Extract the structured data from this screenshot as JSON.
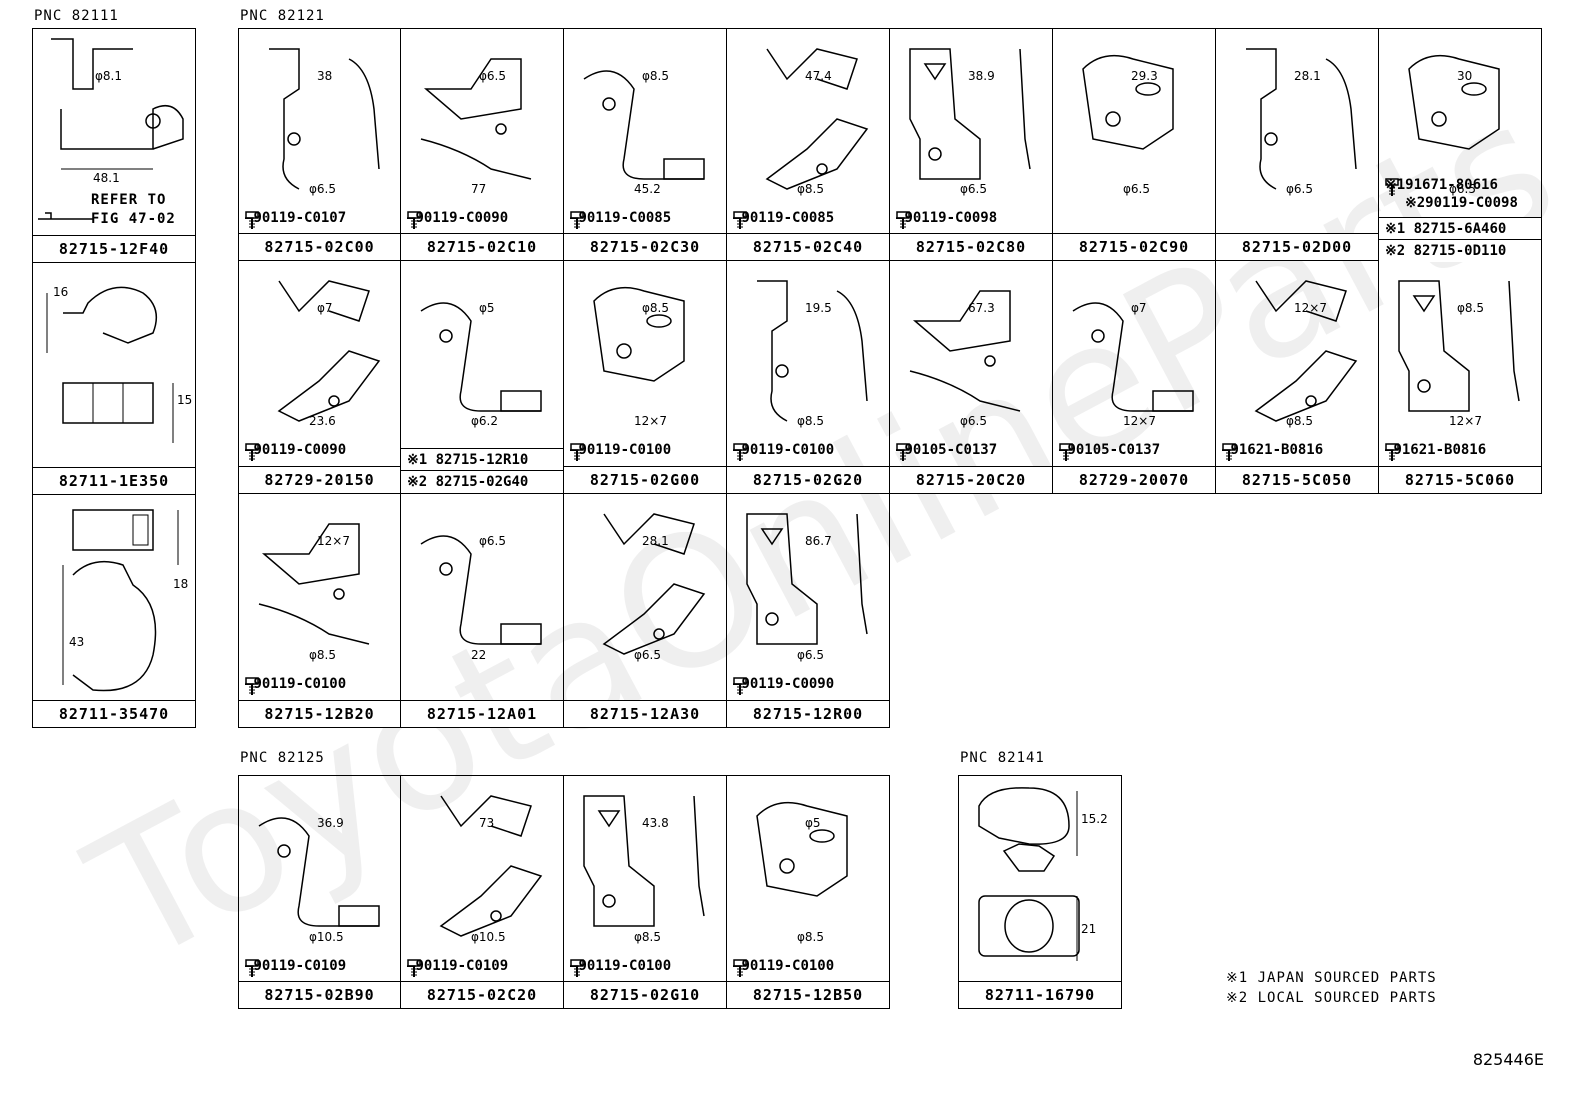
{
  "labels": {
    "pnc1": "PNC 82111",
    "pnc2": "PNC 82121",
    "pnc3": "PNC 82125",
    "pnc4": "PNC 82141",
    "refer_to": "REFER TO",
    "refer_fig": "FIG 47-02",
    "note1": "※1 JAPAN SOURCED PARTS",
    "note2": "※2 LOCAL SOURCED PARTS",
    "figure_id": "825446E",
    "watermark": "ToyotaOnlineParts"
  },
  "col1": [
    {
      "pn": "82715-12F40",
      "dims": [
        "φ8.1",
        "48.1"
      ]
    },
    {
      "pn": "82711-1E350",
      "dims": [
        "16",
        "15"
      ]
    },
    {
      "pn": "82711-35470",
      "dims": [
        "18",
        "43"
      ]
    }
  ],
  "row1": [
    {
      "pn": "82715-02C00",
      "bolt": "90119-C0107",
      "dims": [
        "38",
        "φ6.5"
      ]
    },
    {
      "pn": "82715-02C10",
      "bolt": "90119-C0090",
      "dims": [
        "φ6.5",
        "77"
      ]
    },
    {
      "pn": "82715-02C30",
      "bolt": "90119-C0085",
      "dims": [
        "φ8.5",
        "45.2"
      ]
    },
    {
      "pn": "82715-02C40",
      "bolt": "90119-C0085",
      "dims": [
        "47.4",
        "φ8.5"
      ]
    },
    {
      "pn": "82715-02C80",
      "bolt": "90119-C0098",
      "dims": [
        "38.9",
        "φ6.5"
      ]
    },
    {
      "pn": "82715-02C90",
      "bolt": "",
      "dims": [
        "29.3",
        "φ6.5"
      ]
    },
    {
      "pn": "82715-02D00",
      "bolt": "",
      "dims": [
        "28.1",
        "φ6.5"
      ]
    }
  ],
  "row1_last": {
    "dims": [
      "30",
      "φ6.5"
    ],
    "bolt1": "※191671-80616",
    "bolt2": "※290119-C0098",
    "pn1": "※1 82715-6A460",
    "pn2": "※2 82715-0D110"
  },
  "row2": [
    {
      "pn": "82729-20150",
      "bolt": "90119-C0090",
      "dims": [
        "φ7",
        "23.6"
      ]
    },
    {
      "pn": "",
      "bolt": "",
      "dims": [
        "φ5",
        "φ6.2"
      ]
    },
    {
      "pn": "82715-02G00",
      "bolt": "90119-C0100",
      "dims": [
        "φ8.5",
        "12×7"
      ]
    },
    {
      "pn": "82715-02G20",
      "bolt": "90119-C0100",
      "dims": [
        "19.5",
        "φ8.5"
      ]
    },
    {
      "pn": "82715-20C20",
      "bolt": "90105-C0137",
      "dims": [
        "67.3",
        "φ6.5"
      ]
    },
    {
      "pn": "82729-20070",
      "bolt": "90105-C0137",
      "dims": [
        "φ7",
        "12×7"
      ]
    },
    {
      "pn": "82715-5C050",
      "bolt": "91621-B0816",
      "dims": [
        "12×7",
        "φ8.5"
      ]
    },
    {
      "pn": "82715-5C060",
      "bolt": "91621-B0816",
      "dims": [
        "φ8.5",
        "12×7"
      ]
    }
  ],
  "row2_second": {
    "pn1": "※1 82715-12R10",
    "pn2": "※2 82715-02G40"
  },
  "row3": [
    {
      "pn": "82715-12B20",
      "bolt": "90119-C0100",
      "dims": [
        "12×7",
        "φ8.5"
      ]
    },
    {
      "pn": "82715-12A01",
      "bolt": "",
      "dims": [
        "φ6.5",
        "22"
      ]
    },
    {
      "pn": "82715-12A30",
      "bolt": "",
      "dims": [
        "28.1",
        "φ6.5"
      ]
    },
    {
      "pn": "82715-12R00",
      "bolt": "90119-C0090",
      "dims": [
        "86.7",
        "φ6.5"
      ]
    }
  ],
  "row4": [
    {
      "pn": "82715-02B90",
      "bolt": "90119-C0109",
      "dims": [
        "36.9",
        "φ10.5"
      ]
    },
    {
      "pn": "82715-02C20",
      "bolt": "90119-C0109",
      "dims": [
        "73",
        "φ10.5"
      ]
    },
    {
      "pn": "82715-02G10",
      "bolt": "90119-C0100",
      "dims": [
        "43.8",
        "φ8.5"
      ]
    },
    {
      "pn": "82715-12B50",
      "bolt": "90119-C0100",
      "dims": [
        "φ5",
        "φ8.5"
      ]
    }
  ],
  "clip": {
    "pn": "82711-16790",
    "dims": [
      "15.2",
      "21"
    ]
  }
}
